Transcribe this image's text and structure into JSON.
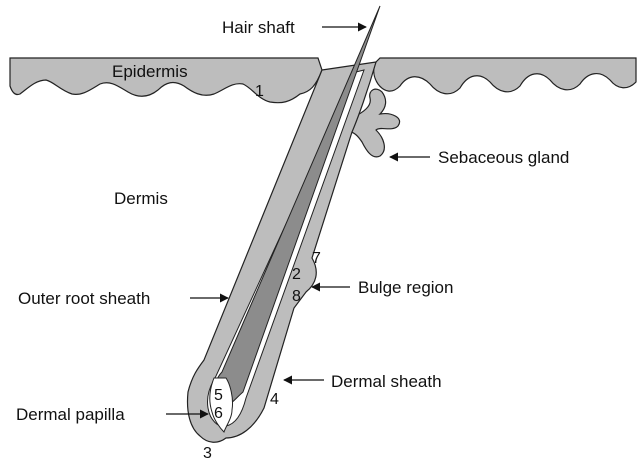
{
  "diagram": {
    "labels": {
      "hair_shaft": "Hair shaft",
      "epidermis": "Epidermis",
      "dermis": "Dermis",
      "sebaceous_gland": "Sebaceous gland",
      "bulge_region": "Bulge region",
      "outer_root_sheath": "Outer root sheath",
      "dermal_sheath": "Dermal sheath",
      "dermal_papilla": "Dermal papilla"
    },
    "numbers": {
      "n1": "1",
      "n2": "2",
      "n3": "3",
      "n4": "4",
      "n5": "5",
      "n6": "6",
      "n7": "7",
      "n8": "8"
    },
    "colors": {
      "tissue_light": "#bdbdbd",
      "shaft_dark": "#8c8c8c",
      "outline": "#222222",
      "background": "#ffffff"
    }
  }
}
